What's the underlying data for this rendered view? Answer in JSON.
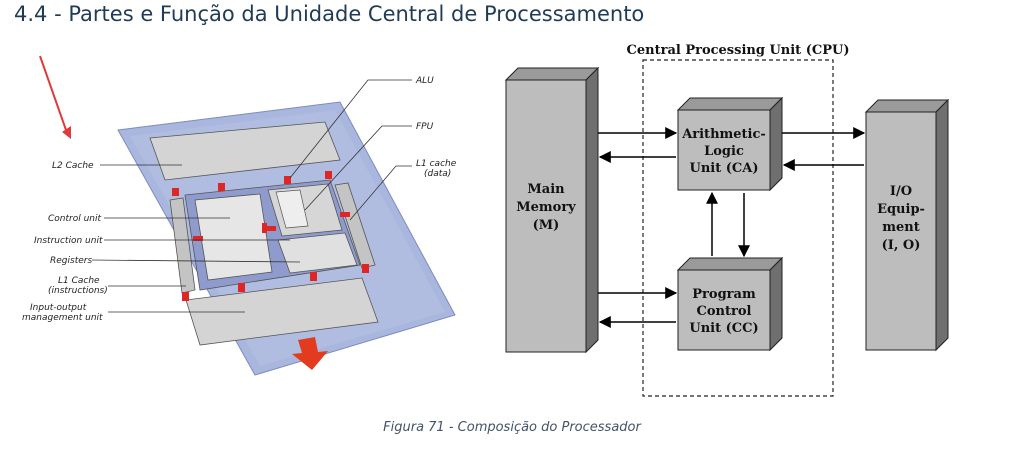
{
  "header": {
    "title": "4.4 - Partes e Função da Unidade Central de Processamento"
  },
  "chip_figure": {
    "labels": {
      "alu": "ALU",
      "fpu": "FPU",
      "l1_data_line1": "L1 cache",
      "l1_data_line2": "(data)",
      "l2_cache": "L2 Cache",
      "control_unit": "Control unit",
      "instruction_unit": "Instruction unit",
      "registers": "Registers",
      "l1_instr_line1": "L1 Cache",
      "l1_instr_line2": "(instructions)",
      "io_line1": "Input-output",
      "io_line2": "management unit"
    }
  },
  "cpu_diagram": {
    "title": "Central Processing Unit (CPU)",
    "main_memory": {
      "line1": "Main",
      "line2": "Memory",
      "line3": "(M)"
    },
    "alu": {
      "line1": "Arithmetic-",
      "line2": "Logic",
      "line3": "Unit (CA)"
    },
    "pcu": {
      "line1": "Program",
      "line2": "Control",
      "line3": "Unit (CC)"
    },
    "io": {
      "line1": "I/O",
      "line2": "Equip-",
      "line3": "ment",
      "line4": "(I, O)"
    }
  },
  "caption": "Figura 71 - Composição do Processador",
  "colors": {
    "chip_base": "#a9b6dd",
    "chip_gray": "#d2d2d2",
    "accent_red": "#e02525",
    "box_gray": "#bdbdbd"
  }
}
